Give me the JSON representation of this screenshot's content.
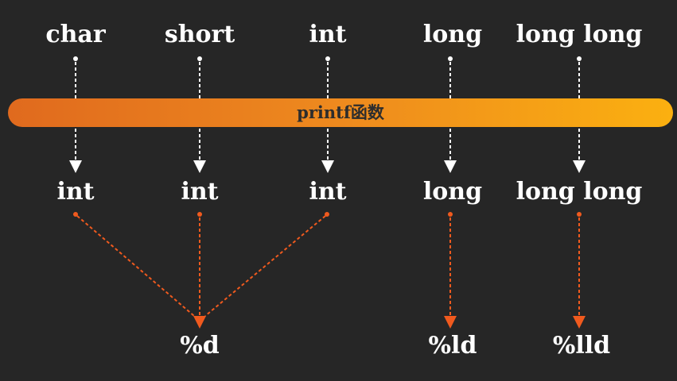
{
  "bar": {
    "label": "printf函数"
  },
  "top_types": [
    "char",
    "short",
    "int",
    "long",
    "long long"
  ],
  "promoted_types": [
    "int",
    "int",
    "int",
    "long",
    "long long"
  ],
  "format_specifiers": [
    "%d",
    "%ld",
    "%lld"
  ],
  "colors": {
    "background": "#262626",
    "text": "#ffffff",
    "white_arrow": "#ffffff",
    "orange_arrow": "#f05a1e",
    "bar_start": "#e06a1e",
    "bar_end": "#fbb010"
  }
}
